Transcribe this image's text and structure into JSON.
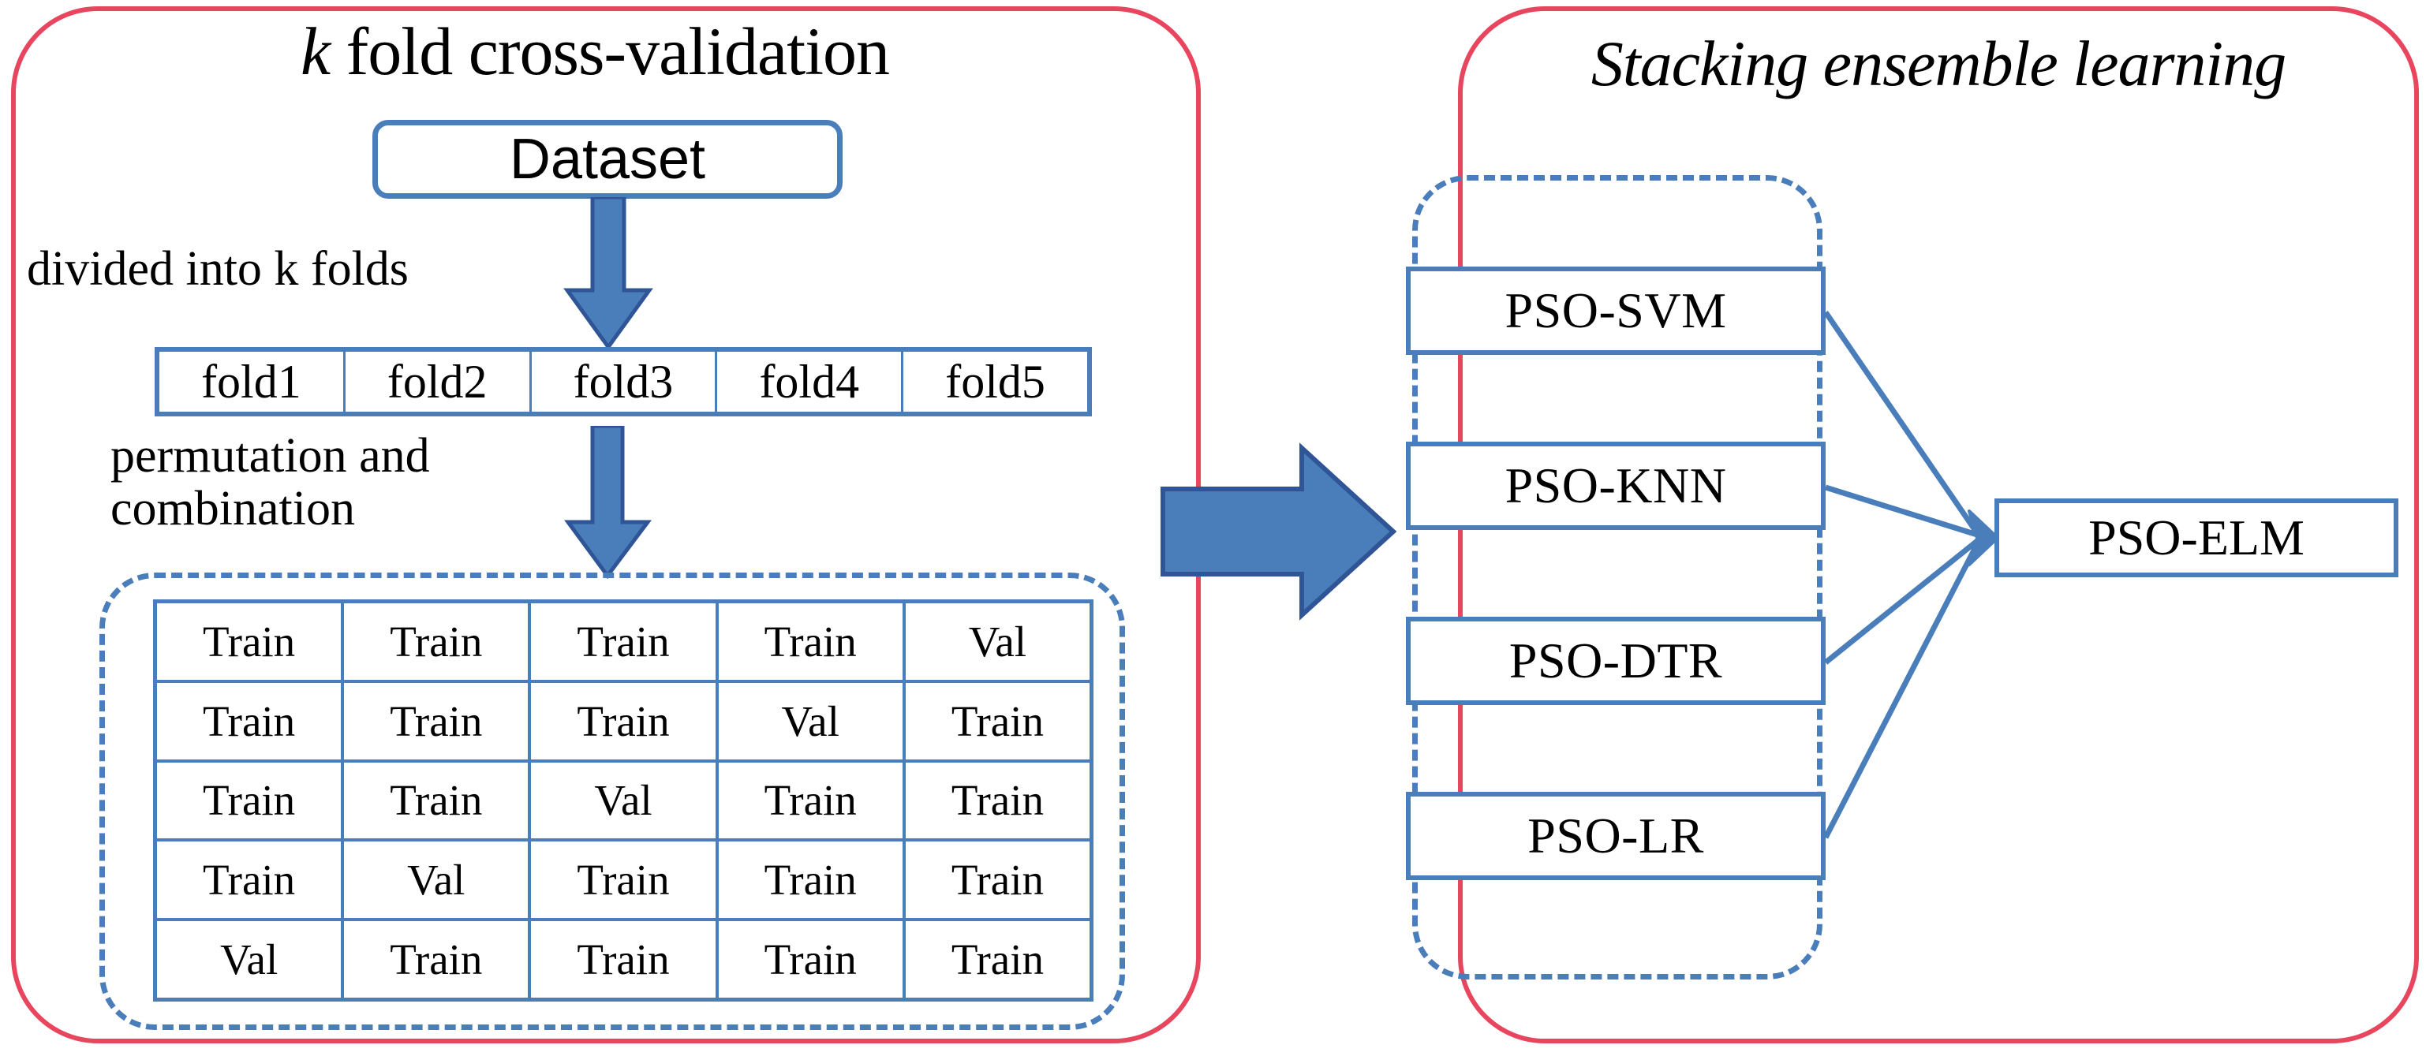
{
  "panels": {
    "cross_validation": {
      "title_prefix": "k",
      "title_rest": " fold cross-validation",
      "border_color": "#e8465e"
    },
    "stacking": {
      "title": "Stacking ensemble learning",
      "border_color": "#e8465e"
    }
  },
  "captions": {
    "divided": "divided into k folds",
    "permutation": "permutation and\ncombination"
  },
  "dataset": {
    "label": "Dataset"
  },
  "folds": {
    "cells": [
      "fold1",
      "fold2",
      "fold3",
      "fold4",
      "fold5"
    ]
  },
  "matrix": {
    "labels": {
      "train": "Train",
      "validation": "Val"
    },
    "rows": [
      [
        "Train",
        "Train",
        "Train",
        "Train",
        "Val"
      ],
      [
        "Train",
        "Train",
        "Train",
        "Val",
        "Train"
      ],
      [
        "Train",
        "Train",
        "Val",
        "Train",
        "Train"
      ],
      [
        "Train",
        "Val",
        "Train",
        "Train",
        "Train"
      ],
      [
        "Val",
        "Train",
        "Train",
        "Train",
        "Train"
      ]
    ]
  },
  "base_models": [
    {
      "label": "PSO-SVM"
    },
    {
      "label": "PSO-KNN"
    },
    {
      "label": "PSO-DTR"
    },
    {
      "label": "PSO-LR"
    }
  ],
  "meta_model": {
    "label": "PSO-ELM"
  },
  "colors": {
    "panel_red": "#e8465e",
    "box_blue": "#4a7ebb",
    "arrow_fill": "#4a7ebb",
    "arrow_stroke": "#2f5597",
    "text": "#000000",
    "background": "#ffffff"
  },
  "icons": {
    "down_arrow_1": "down-arrow-icon",
    "down_arrow_2": "down-arrow-icon",
    "transition_arrow": "right-block-arrow-icon"
  }
}
